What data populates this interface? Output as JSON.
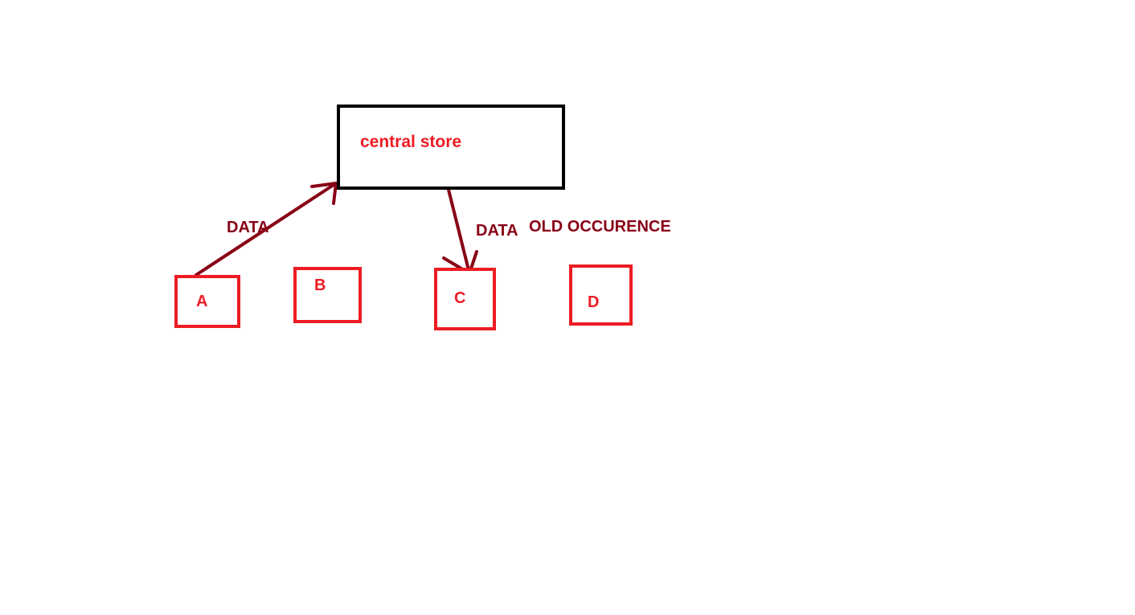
{
  "central_store": {
    "label": "central store"
  },
  "nodes": [
    {
      "id": "a",
      "label": "A"
    },
    {
      "id": "b",
      "label": "B"
    },
    {
      "id": "c",
      "label": "C"
    },
    {
      "id": "d",
      "label": "D"
    }
  ],
  "edges": [
    {
      "from": "A",
      "to": "central store",
      "label": "DATA"
    },
    {
      "from": "central store",
      "to": "C",
      "label": "DATA"
    }
  ],
  "annotation": {
    "text": "OLD OCCURENCE"
  },
  "colors": {
    "node_border": "#ed1c24",
    "node_text": "#ed1c24",
    "store_border": "#000000",
    "arrow": "#880015",
    "edge_text": "#880015",
    "background": "#ffffff"
  }
}
